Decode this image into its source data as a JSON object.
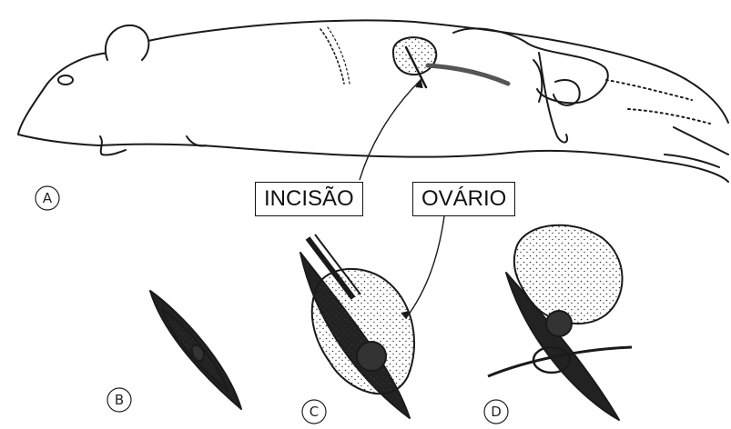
{
  "labels": {
    "incision": "INCISÃO",
    "ovary": "OVÁRIO"
  },
  "panels": [
    "A",
    "B",
    "C",
    "D"
  ]
}
